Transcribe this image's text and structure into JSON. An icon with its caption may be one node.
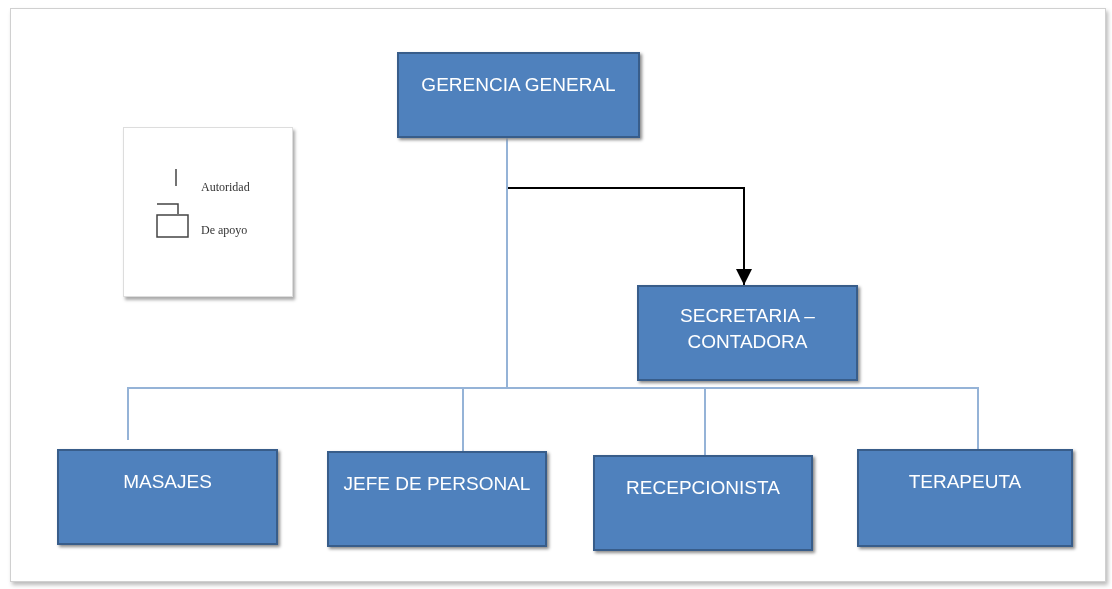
{
  "diagram": {
    "nodes": [
      {
        "text": [
          "GERENCIA GENERAL"
        ]
      },
      {
        "text": [
          "SECRETARIA – CONTADORA"
        ]
      },
      {
        "text": [
          "MASAJES"
        ]
      },
      {
        "text": [
          "JEFE DE PERSONAL"
        ]
      },
      {
        "text": [
          "RECEPCIONISTA"
        ]
      },
      {
        "text": [
          "TERAPEUTA"
        ]
      }
    ],
    "edges": [
      {
        "from": 0,
        "to": 1,
        "arrow": "to",
        "color": "#000000"
      },
      {
        "from": 0,
        "to": 2,
        "arrow": "none"
      },
      {
        "from": 0,
        "to": 3,
        "arrow": "none"
      },
      {
        "from": 0,
        "to": 4,
        "arrow": "none"
      },
      {
        "from": 0,
        "to": 5,
        "arrow": "none"
      }
    ],
    "legend": [
      {
        "text": "Autoridad"
      },
      {
        "text": "De apoyo"
      }
    ]
  }
}
